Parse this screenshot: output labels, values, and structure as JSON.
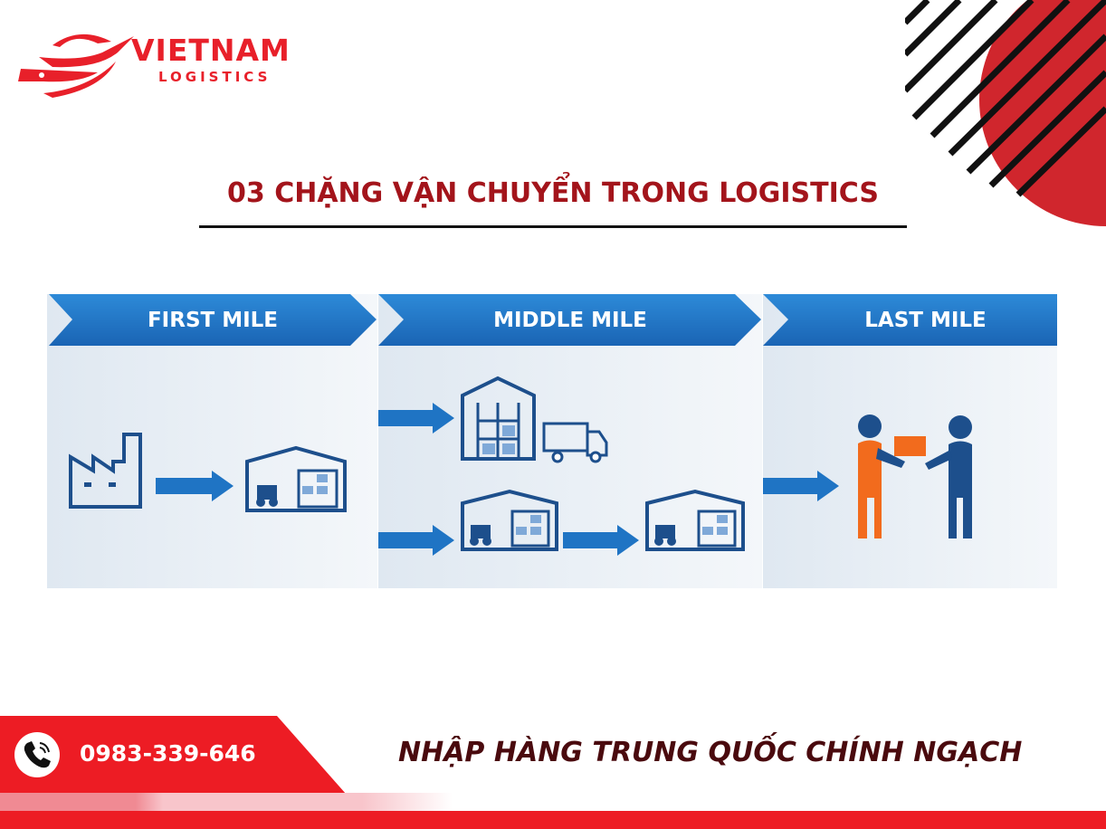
{
  "logo": {
    "name": "VIETNAM",
    "sub": "LOGISTICS"
  },
  "title": "03 CHẶNG VẬN CHUYỂN TRONG LOGISTICS",
  "stages": [
    {
      "label": "FIRST MILE"
    },
    {
      "label": "MIDDLE MILE"
    },
    {
      "label": "LAST MILE"
    }
  ],
  "footer": {
    "phone": "0983-339-646",
    "slogan": "NHẬP HÀNG TRUNG QUỐC CHÍNH NGẠCH"
  },
  "colors": {
    "brand_red": "#ed1c24",
    "title_red": "#a3141b",
    "blue": "#1f74c4",
    "dark_blue": "#1d4f8c",
    "orange": "#f26b1d"
  }
}
